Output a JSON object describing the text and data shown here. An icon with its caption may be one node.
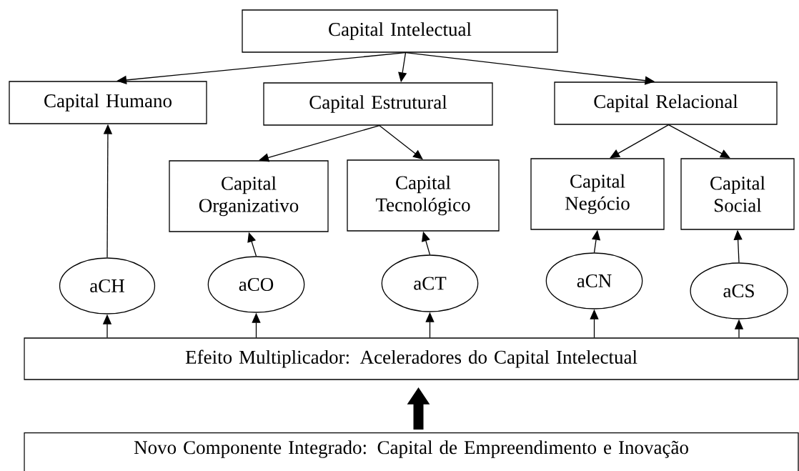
{
  "diagram": {
    "nodes": [
      {
        "text": [
          "Capital Intelectual"
        ]
      },
      {
        "text": [
          "Capital Humano"
        ]
      },
      {
        "text": [
          "Capital Estrutural"
        ]
      },
      {
        "text": [
          "Capital Relacional"
        ]
      },
      {
        "text": [
          "Capital Organizativo"
        ]
      },
      {
        "text": [
          "Capital Tecnológico"
        ]
      },
      {
        "text": [
          "Capital Negócio"
        ]
      },
      {
        "text": [
          "Capital Social"
        ]
      },
      {
        "text": [
          "aCH"
        ]
      },
      {
        "text": [
          "aCO"
        ]
      },
      {
        "text": [
          "aCT"
        ]
      },
      {
        "text": [
          "aCN"
        ]
      },
      {
        "text": [
          "aCS"
        ]
      },
      {
        "text": [
          "Efeito Multiplicador: Aceleradores do Capital Intelectual"
        ]
      },
      {
        "text": [
          "Novo Componente Integrado: Capital de Empreendimento e Inovação"
        ]
      }
    ],
    "edges": [
      {
        "from": 0,
        "to": 1,
        "arrow": "to"
      },
      {
        "from": 0,
        "to": 2,
        "arrow": "to"
      },
      {
        "from": 0,
        "to": 3,
        "arrow": "to"
      },
      {
        "from": 2,
        "to": 4,
        "arrow": "to"
      },
      {
        "from": 2,
        "to": 5,
        "arrow": "to"
      },
      {
        "from": 3,
        "to": 6,
        "arrow": "to"
      },
      {
        "from": 3,
        "to": 7,
        "arrow": "to"
      },
      {
        "from": 8,
        "to": 1,
        "arrow": "to"
      },
      {
        "from": 9,
        "to": 4,
        "arrow": "to"
      },
      {
        "from": 10,
        "to": 5,
        "arrow": "to"
      },
      {
        "from": 11,
        "to": 6,
        "arrow": "to"
      },
      {
        "from": 12,
        "to": 7,
        "arrow": "to"
      },
      {
        "from": 13,
        "to": 8,
        "arrow": "to"
      },
      {
        "from": 13,
        "to": 9,
        "arrow": "to"
      },
      {
        "from": 13,
        "to": 10,
        "arrow": "to"
      },
      {
        "from": 13,
        "to": 11,
        "arrow": "to"
      },
      {
        "from": 13,
        "to": 12,
        "arrow": "to"
      },
      {
        "from": 14,
        "to": 13,
        "arrow": "to",
        "style": "thick"
      }
    ]
  }
}
